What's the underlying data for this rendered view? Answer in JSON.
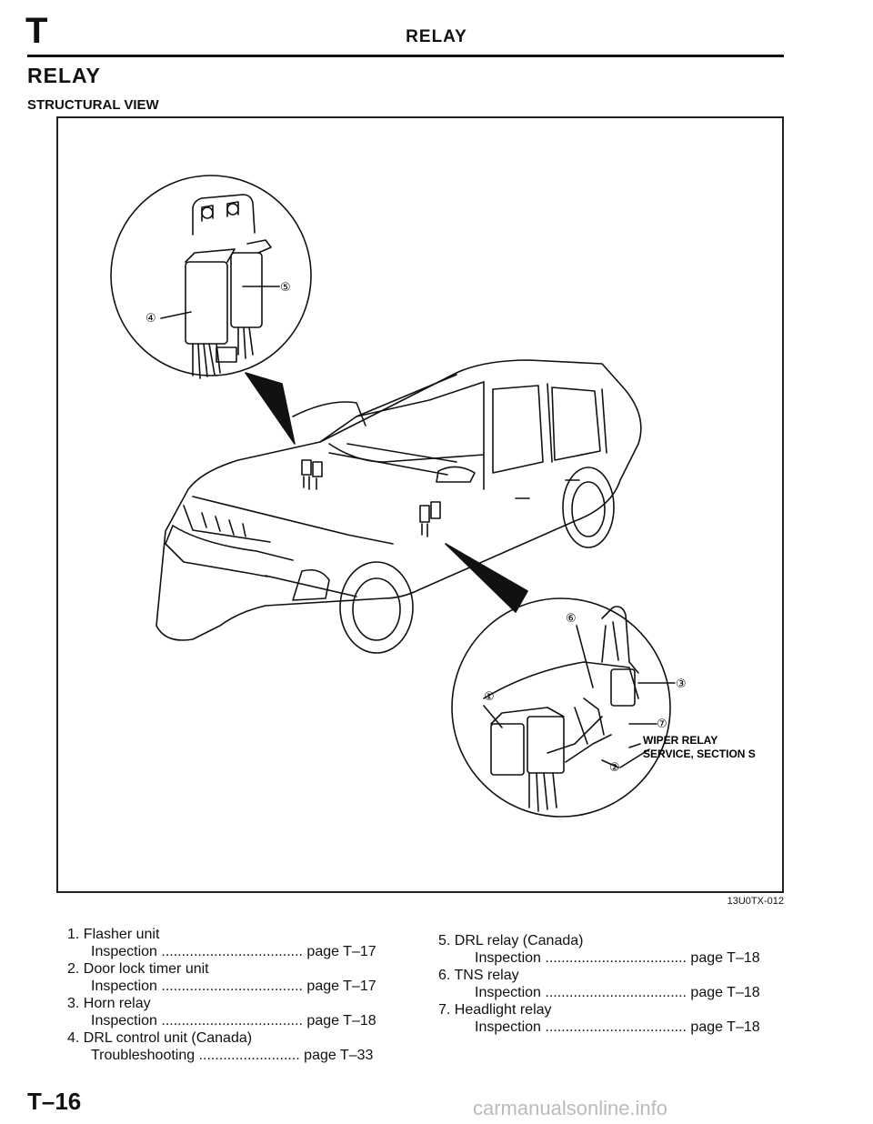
{
  "header": {
    "section_letter": "T",
    "running_title": "RELAY"
  },
  "page_title": "RELAY",
  "subtitle": "STRUCTURAL VIEW",
  "figure": {
    "code": "13U0TX-012",
    "callouts": [
      "①",
      "②",
      "③",
      "④",
      "⑤",
      "⑥",
      "⑦"
    ],
    "note_line1": "WIPER RELAY",
    "note_line2": "SERVICE, SECTION S"
  },
  "legend": {
    "col1": [
      "1. Flasher unit",
      "Inspection ................................... page T–17",
      "2. Door lock timer unit",
      "Inspection ................................... page T–17",
      "3. Horn relay",
      "Inspection ................................... page T–18",
      "4. DRL control unit (Canada)",
      "Troubleshooting ......................... page T–33"
    ],
    "col2": [
      "5. DRL relay (Canada)",
      "Inspection ................................... page T–18",
      "6. TNS relay",
      "Inspection ................................... page T–18",
      "7. Headlight relay",
      "Inspection ................................... page T–18"
    ]
  },
  "footer": {
    "page_number": "T–16",
    "watermark": "carmanualsonline.info"
  }
}
